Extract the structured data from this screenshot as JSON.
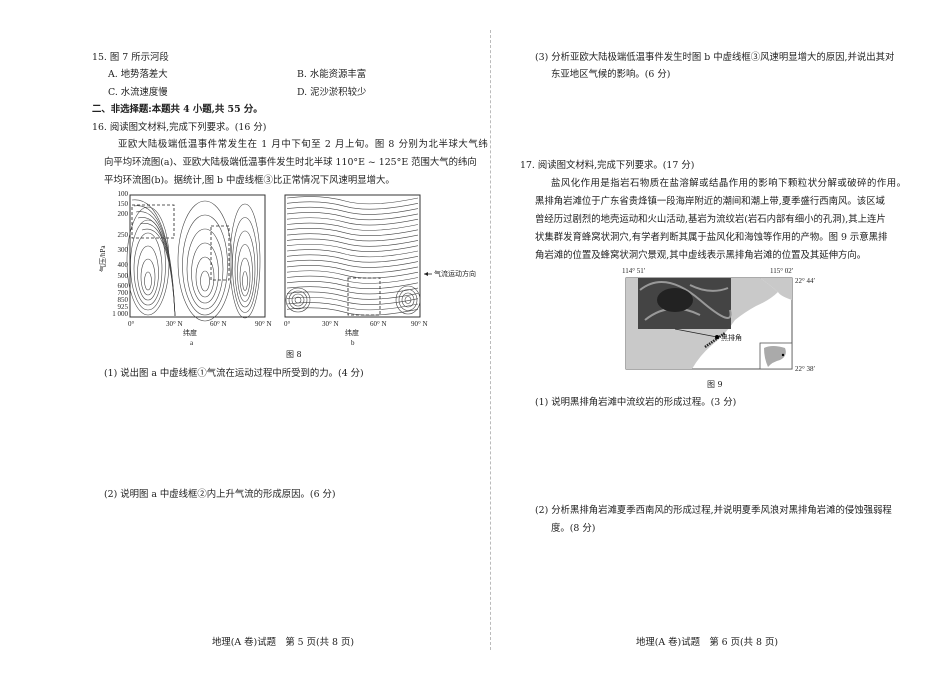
{
  "left": {
    "q15": {
      "stem": "15. 图 7 所示河段",
      "A": "A. 地势落差大",
      "B": "B. 水能资源丰富",
      "C": "C. 水流速度慢",
      "D": "D. 泥沙淤积较少"
    },
    "section2": "二、非选择题:本题共 4 小题,共 55 分。",
    "q16": {
      "stem": "16. 阅读图文材料,完成下列要求。(16 分)",
      "para": [
        "亚欧大陆极端低温事件常发生在 1 月中下旬至 2 月上旬。图 8 分别为北半球大气纬",
        "向平均环流图(a)、亚欧大陆极端低温事件发生时北半球 110°E ~ 125°E 范围大气的纬向",
        "平均环流图(b)。据统计,图 b 中虚线框③比正常情况下风速明显增大。"
      ],
      "figure8": {
        "caption": "图 8",
        "ylabel": "气压/hPa",
        "yticks": [
          "100",
          "150",
          "200",
          "250",
          "300",
          "400",
          "500",
          "600",
          "700",
          "850",
          "925",
          "1 000"
        ],
        "xticks": [
          "0°",
          "30° N",
          "60° N",
          "90° N"
        ],
        "xlabel": "纬度",
        "panel_a": "a",
        "panel_b": "b",
        "legend": "气流运动方向"
      },
      "sub1": "(1) 说出图 a 中虚线框①气流在运动过程中所受到的力。(4 分)",
      "sub2": "(2) 说明图 a 中虚线框②内上升气流的形成原因。(6 分)"
    },
    "footer": "地理(A 卷)试题　第 5 页(共 8 页)"
  },
  "right": {
    "q16_sub3": [
      "(3) 分析亚欧大陆极端低温事件发生时图 b 中虚线框③风速明显增大的原因,并说出其对",
      "东亚地区气候的影响。(6 分)"
    ],
    "q17": {
      "stem": "17. 阅读图文材料,完成下列要求。(17 分)",
      "para": [
        "盐风化作用是指岩石物质在盐溶解或结晶作用的影响下颗粒状分解或破碎的作用。",
        "黑排角岩滩位于广东省贵烽镇一段海岸附近的潮间和潮上带,夏季盛行西南风。该区域",
        "曾经历过剧烈的地壳运动和火山活动,基岩为流纹岩(岩石内部有细小的孔洞),其上连片",
        "状集群发育蜂窝状洞穴,有学者判断其属于盐风化和海蚀等作用的产物。图 9 示意黑排",
        "角岩滩的位置及蜂窝状洞穴景观,其中虚线表示黑排角岩滩的位置及其延伸方向。"
      ],
      "figure9": {
        "caption": "图 9",
        "lon_left": "114° 51′",
        "lon_right": "115° 02′",
        "lat_top": "22° 44′",
        "lat_bottom": "22° 38′",
        "place": "黑排角"
      },
      "sub1": "(1) 说明黑排角岩滩中流纹岩的形成过程。(3 分)",
      "sub2": [
        "(2) 分析黑排角岩滩夏季西南风的形成过程,并说明夏季风浪对黑排角岩滩的侵蚀强弱程",
        "度。(8 分)"
      ]
    },
    "footer": "地理(A 卷)试题　第 6 页(共 8 页)"
  }
}
